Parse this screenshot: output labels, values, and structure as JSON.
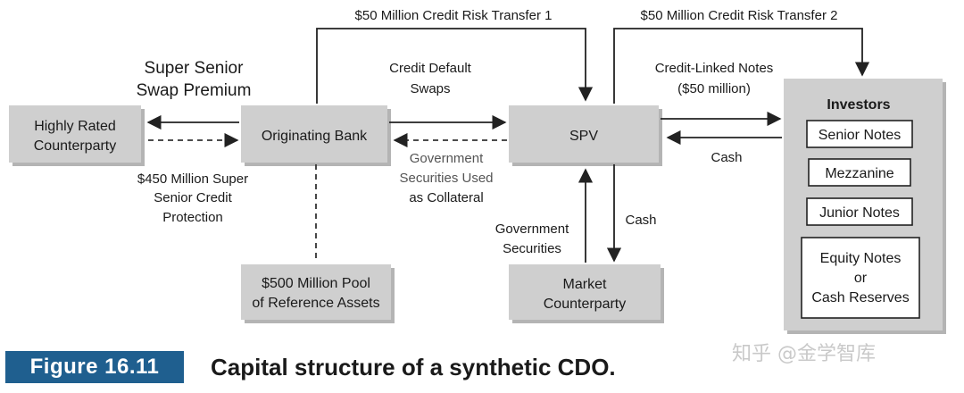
{
  "diagram": {
    "nodes": {
      "counterparty": {
        "line1": "Highly Rated",
        "line2": "Counterparty"
      },
      "bank": {
        "label": "Originating Bank"
      },
      "spv": {
        "label": "SPV"
      },
      "investors": {
        "title": "Investors",
        "tranches": [
          "Senior Notes",
          "Mezzanine",
          "Junior Notes"
        ],
        "equity": {
          "line1": "Equity Notes",
          "line2": "or",
          "line3": "Cash Reserves"
        }
      },
      "pool": {
        "line1": "$500 Million Pool",
        "line2": "of Reference Assets"
      },
      "market": {
        "line1": "Market",
        "line2": "Counterparty"
      }
    },
    "labels": {
      "transfer1": "$50 Million Credit Risk Transfer 1",
      "transfer2": "$50 Million Credit Risk Transfer 2",
      "premium": {
        "line1": "Super Senior",
        "line2": "Swap Premium"
      },
      "protection": {
        "line1": "$450 Million Super",
        "line2": "Senior Credit",
        "line3": "Protection"
      },
      "cds": {
        "line1": "Credit Default",
        "line2": "Swaps"
      },
      "collateral": {
        "line1": "Government",
        "line2": "Securities Used",
        "line3": "as Collateral"
      },
      "cln": {
        "line1": "Credit-Linked Notes",
        "line2": "($50 million)"
      },
      "cash_investors": "Cash",
      "gov_sec": {
        "line1": "Government",
        "line2": "Securities"
      },
      "cash_market": "Cash"
    }
  },
  "caption": {
    "figure_label": "Figure 16.11",
    "title": "Capital structure of a synthetic CDO."
  },
  "watermark": "知乎 @金学智库"
}
